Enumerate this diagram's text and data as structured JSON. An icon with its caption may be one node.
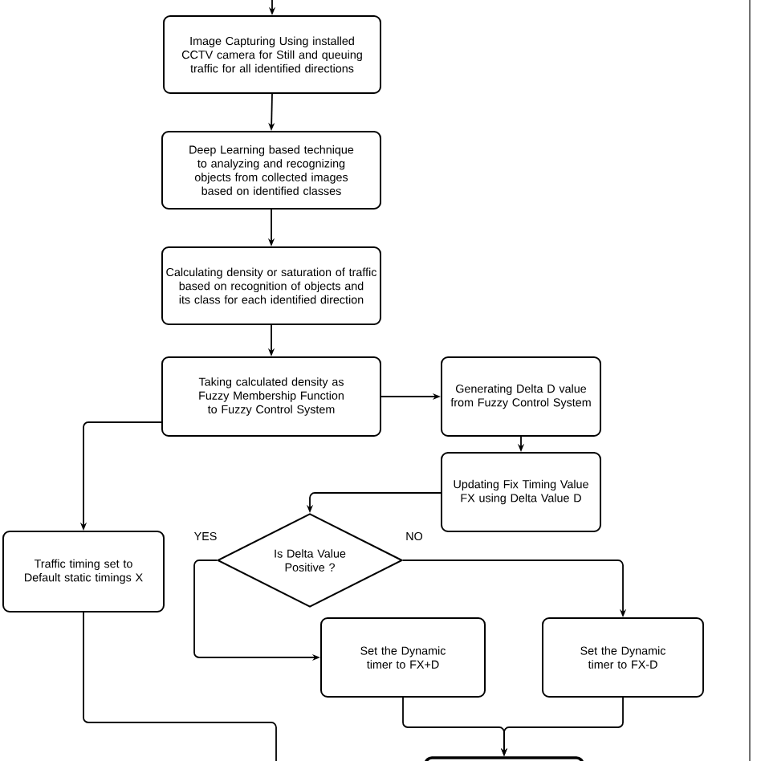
{
  "diagram": {
    "nodes": [
      {
        "text": [
          "Image Capturing Using  installed CCTV camera for Still and queuing  traffic for all identified directions"
        ]
      },
      {
        "text": [
          "Deep Learning based technique to analyzing and recognizing objects from collected images based on identified classes"
        ]
      },
      {
        "text": [
          "Calculating density or saturation of traffic based on recognition of objects  and its class for each identified direction"
        ]
      },
      {
        "text": [
          "Taking calculated density as Fuzzy Membership Function to Fuzzy Control System"
        ]
      },
      {
        "text": [
          "Generating Delta D value from Fuzzy Control System"
        ]
      },
      {
        "text": [
          "Updating Fix Timing Value FX  using Delta Value D"
        ]
      },
      {
        "text": [
          "Is Delta Value Positive ?"
        ]
      },
      {
        "text": [
          "Traffic timing set to Default static timings X"
        ]
      },
      {
        "text": [
          "Set the Dynamic timer to FX+D"
        ]
      },
      {
        "text": [
          "Set the Dynamic timer to FX-D"
        ]
      },
      {
        "text": [],
        "shape": "box"
      }
    ],
    "edges": [
      {
        "from": null,
        "to": 0,
        "arrow": "to"
      },
      {
        "from": 0,
        "to": 1,
        "arrow": "to"
      },
      {
        "from": 1,
        "to": 2,
        "arrow": "to"
      },
      {
        "from": 2,
        "to": 3,
        "arrow": "to"
      },
      {
        "from": 3,
        "to": 4,
        "arrow": "to"
      },
      {
        "from": 3,
        "to": 7,
        "arrow": "to"
      },
      {
        "from": 4,
        "to": 5,
        "arrow": "to"
      },
      {
        "from": 5,
        "to": 6,
        "arrow": "to"
      },
      {
        "from": 6,
        "to": 8,
        "arrow": "to",
        "label": "YES"
      },
      {
        "from": 6,
        "to": 9,
        "arrow": "to",
        "label": "NO"
      },
      {
        "from": 8,
        "to": 10,
        "arrow": "to"
      },
      {
        "from": 9,
        "to": 10,
        "arrow": "to"
      },
      {
        "from": 7,
        "to": null,
        "arrow": "none"
      }
    ]
  }
}
